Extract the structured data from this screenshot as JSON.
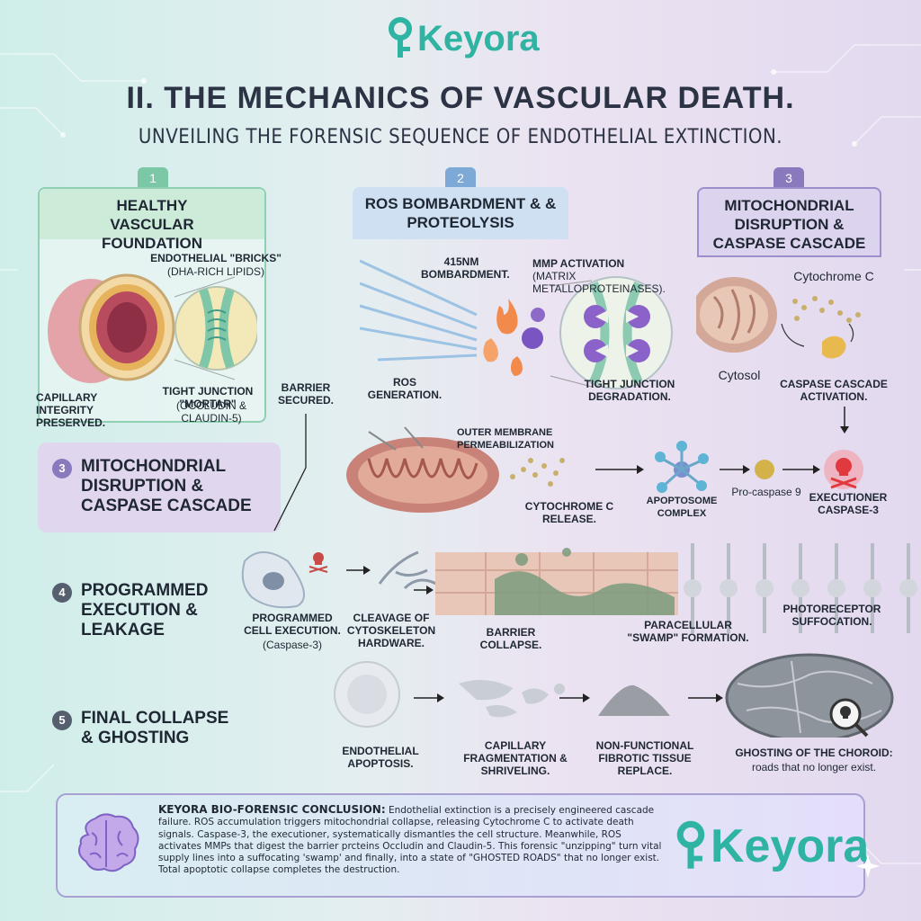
{
  "brand": {
    "name": "Keyora"
  },
  "header": {
    "title": "II. THE MECHANICS OF VASCULAR DEATH.",
    "subtitle": "UNVEILING THE FORENSIC SEQUENCE OF ENDOTHELIAL EXTINCTION."
  },
  "panel1": {
    "num": "1",
    "title": "HEALTHY VASCULAR FOUNDATION",
    "bricks": "ENDOTHELIAL \"BRICKS\"",
    "bricks_sub": "(DHA-RICH LIPIDS)",
    "integrity": "CAPILLARY INTEGRITY PRESERVED.",
    "mortar": "TIGHT JUNCTION \"MORTAR\"",
    "mortar_sub": "(OCCLUDIN & CLAUDIN-5)",
    "barrier": "BARRIER SECURED."
  },
  "panel2": {
    "num": "2",
    "title": "ROS BOMBARDMENT & & PROTEOLYSIS",
    "bombard": "415NM BOMBARDMENT.",
    "mmp": "MMP ACTIVATION",
    "mmp_sub": "(MATRIX METALLOPROTEINASES).",
    "ros": "ROS GENERATION.",
    "tight": "TIGHT JUNCTION DEGRADATION."
  },
  "panel3": {
    "num": "3",
    "title": "MITOCHONDRIAL DISRUPTION & CASPASE CASCADE",
    "cytochrome": "Cytochrome C",
    "cytosol": "Cytosol",
    "caspase": "CASPASE CASCADE ACTIVATION."
  },
  "row3": {
    "num": "3",
    "title": "MITOCHONDRIAL DISRUPTION & CASPASE CASCADE",
    "outer": "OUTER MEMBRANE PERMEABILIZATION",
    "release": "CYTOCHROME C RELEASE.",
    "apoptosome": "APOPTOSOME COMPLEX",
    "procaspase": "Pro-caspase 9",
    "executioner": "EXECUTIONER CASPASE-3"
  },
  "row4": {
    "num": "4",
    "title": "PROGRAMMED EXECUTION & LEAKAGE",
    "programmed": "PROGRAMMED CELL EXECUTION.",
    "programmed_sub": "(Caspase-3)",
    "cleavage": "CLEAVAGE OF CYTOSKELETON HARDWARE.",
    "barrier": "BARRIER COLLAPSE.",
    "swamp": "PARACELLULAR \"SWAMP\" FORMATION.",
    "photo": "PHOTORECEPTOR SUFFOCATION."
  },
  "row5": {
    "num": "5",
    "title": "FINAL COLLAPSE & GHOSTING",
    "apoptosis": "ENDOTHELIAL APOPTOSIS.",
    "fragment": "CAPILLARY FRAGMENTATION & SHRIVELING.",
    "fibrotic": "NON-FUNCTIONAL FIBROTIC TISSUE REPLACE.",
    "ghost": "GHOSTING OF THE CHOROID:",
    "ghost_sub": "roads that no longer exist."
  },
  "conclusion": {
    "heading": "KEYORA BIO-FORENSIC CONCLUSION:",
    "text": "Endothelial extinction is a precisely engineered cascade failure. ROS accumulation triggers mitochondrial collapse, releasing Cytochrome C to activate death signals. Caspase-3, the executioner, systematically dismantles the cell structure. Meanwhile, ROS activates MMPs that digest the barrier prcteins Occludin and Claudin-5. This forensic \"unzipping\" turn vital supply lines into a suffocating 'swamp' and finally, into a state of \"GHOSTED ROADS\" that no longer exist. Total apoptotic collapse completes the destruction."
  },
  "colors": {
    "teal": "#2fb3a3",
    "green_panel": "#cdebd9",
    "blue_panel": "#cfe0f2",
    "purple_panel": "#dcd3ee",
    "dark_text": "#2b3344",
    "skull_red": "#e0393e"
  }
}
